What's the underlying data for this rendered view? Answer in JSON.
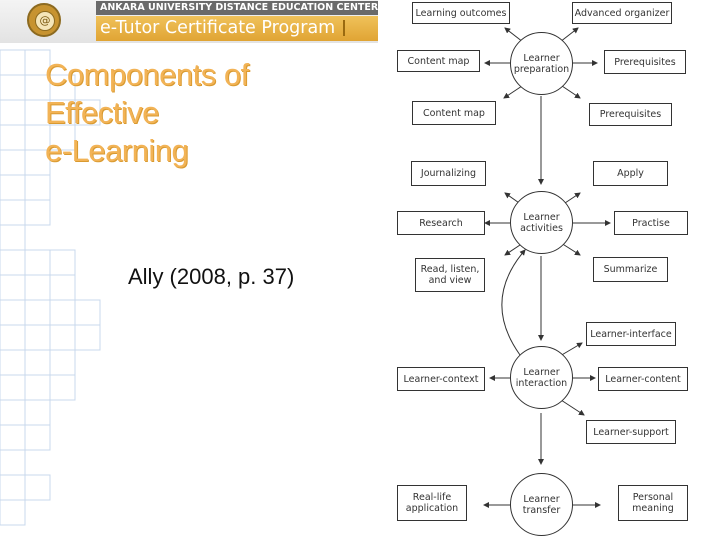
{
  "banner": {
    "top_text": "ANKARA UNIVERSITY DISTANCE EDUCATION CENTER",
    "bottom_text": "e-Tutor Certificate Program",
    "logo_glyph": "@",
    "colors": {
      "gold": "#e0a434",
      "gray": "#6a6a6a"
    }
  },
  "slide": {
    "title_lines": [
      "Components of",
      "Effective",
      "e-Learning"
    ],
    "citation": "Ally (2008, p. 37)",
    "title_color": "#f2b356"
  },
  "diagram": {
    "hubs": {
      "preparation": "Learner\npreparation",
      "activities": "Learner\nactivities",
      "interaction": "Learner\ninteraction",
      "transfer": "Learner\ntransfer"
    },
    "boxes": {
      "learning_outcomes": "Learning outcomes",
      "advanced_organizer": "Advanced organizer",
      "content_map_1": "Content map",
      "prerequisites_1": "Prerequisites",
      "content_map_2": "Content map",
      "prerequisites_2": "Prerequisites",
      "journalizing": "Journalizing",
      "apply": "Apply",
      "research": "Research",
      "practise": "Practise",
      "read_listen_view": "Read, listen,\nand view",
      "summarize": "Summarize",
      "learner_interface": "Learner-interface",
      "learner_context": "Learner-context",
      "learner_content": "Learner-content",
      "learner_support": "Learner-support",
      "real_life_application": "Real-life\napplication",
      "personal_meaning": "Personal\nmeaning"
    }
  }
}
